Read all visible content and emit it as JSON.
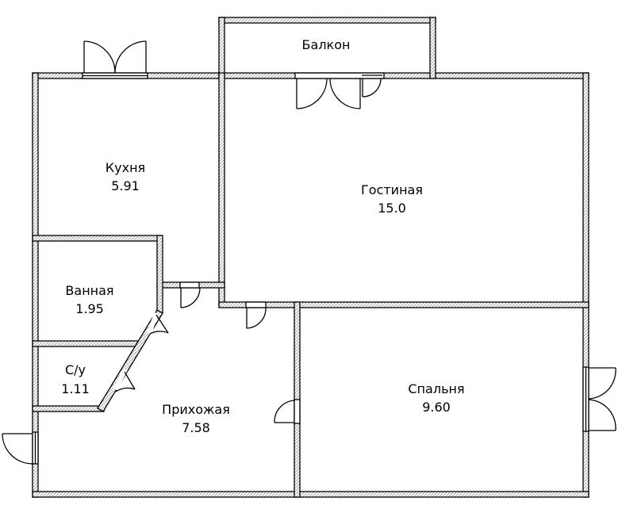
{
  "plan": {
    "balcony": {
      "name": "Балкон"
    },
    "kitchen": {
      "name": "Кухня",
      "area": "5.91"
    },
    "living_room": {
      "name": "Гостиная",
      "area": "15.0"
    },
    "bathroom": {
      "name": "Ванная",
      "area": "1.95"
    },
    "toilet": {
      "name": "С/у",
      "area": "1.11"
    },
    "hallway": {
      "name": "Прихожая",
      "area": "7.58"
    },
    "bedroom": {
      "name": "Спальня",
      "area": "9.60"
    }
  },
  "colors": {
    "wall_outline": "#000000",
    "wall_hatch": "#9a9a9a",
    "background": "#ffffff"
  }
}
